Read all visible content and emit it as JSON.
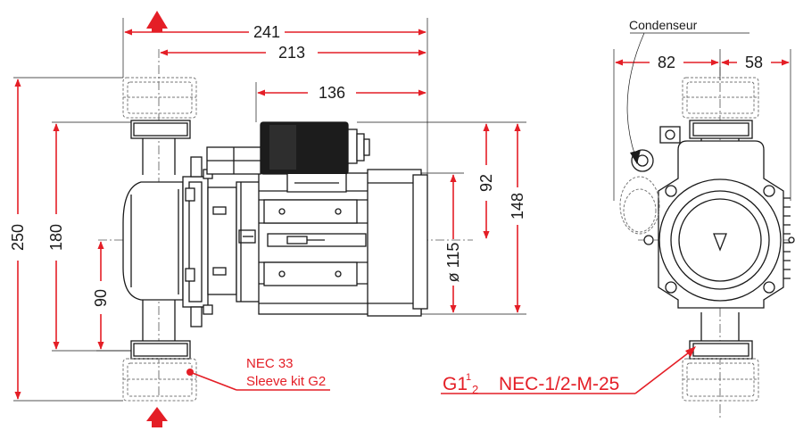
{
  "dimensions": {
    "d241": "241",
    "d213": "213",
    "d136": "136",
    "d250": "250",
    "d180": "180",
    "d90": "90",
    "d92": "92",
    "d148": "148",
    "d115": "ø 115",
    "d82": "82",
    "d58": "58"
  },
  "labels": {
    "condenser": "Condenseur",
    "sleeve_ref": "NEC 33",
    "sleeve_kit": "Sleeve kit G2",
    "thread_g": "G1",
    "thread_num": "1",
    "thread_den": "2",
    "model": "NEC-1/2-M-25"
  },
  "colors": {
    "accent": "#e41e26",
    "line": "#1a1a1a",
    "hidden": "#777777"
  },
  "icons": [
    "arrow-up-icon",
    "flow-direction-icon"
  ]
}
